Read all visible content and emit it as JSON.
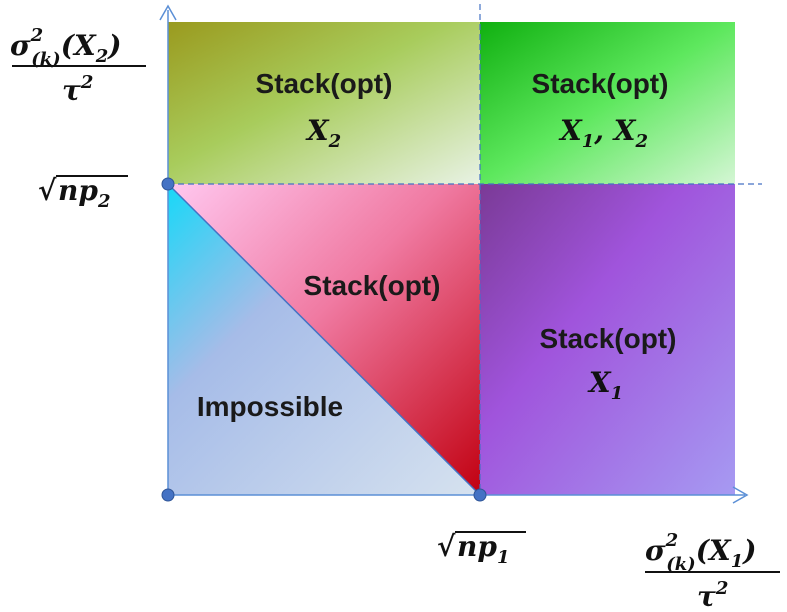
{
  "regions": {
    "top_left": {
      "title": "Stack(opt)",
      "var": "X",
      "sub": "2"
    },
    "top_right": {
      "title": "Stack(opt)",
      "var1": "X",
      "sub1": "1",
      "sep": ", ",
      "var2": "X",
      "sub2": "2"
    },
    "middle": {
      "title": "Stack(opt)"
    },
    "right": {
      "title": "Stack(opt)",
      "var": "X",
      "sub": "1"
    },
    "impossible": {
      "title": "Impossible"
    }
  },
  "y_axis_label": {
    "sigma": "σ",
    "sup": "2",
    "sub": "(k)",
    "open": "(",
    "var": "X",
    "varsub": "2",
    "close": ")",
    "den": "τ",
    "densup": "2"
  },
  "x_axis_label": {
    "sigma": "σ",
    "sup": "2",
    "sub": "(k)",
    "open": "(",
    "var": "X",
    "varsub": "1",
    "close": ")",
    "den": "τ",
    "densup": "2"
  },
  "y_tick": {
    "root": "√",
    "n": "n",
    "p": "p",
    "sub": "2"
  },
  "x_tick": {
    "root": "√",
    "n": "n",
    "p": "p",
    "sub": "1"
  },
  "colors": {
    "axis": "#5b8fd6",
    "marker": "#4472c4",
    "green_dark": "#9a9a1e",
    "green_bright": "#22c422",
    "cyan": "#1ed2f5",
    "pink": "#ffb8e8",
    "red": "#c30010",
    "purple_dark": "#7a3a96",
    "purple_light": "#a28ef0"
  }
}
